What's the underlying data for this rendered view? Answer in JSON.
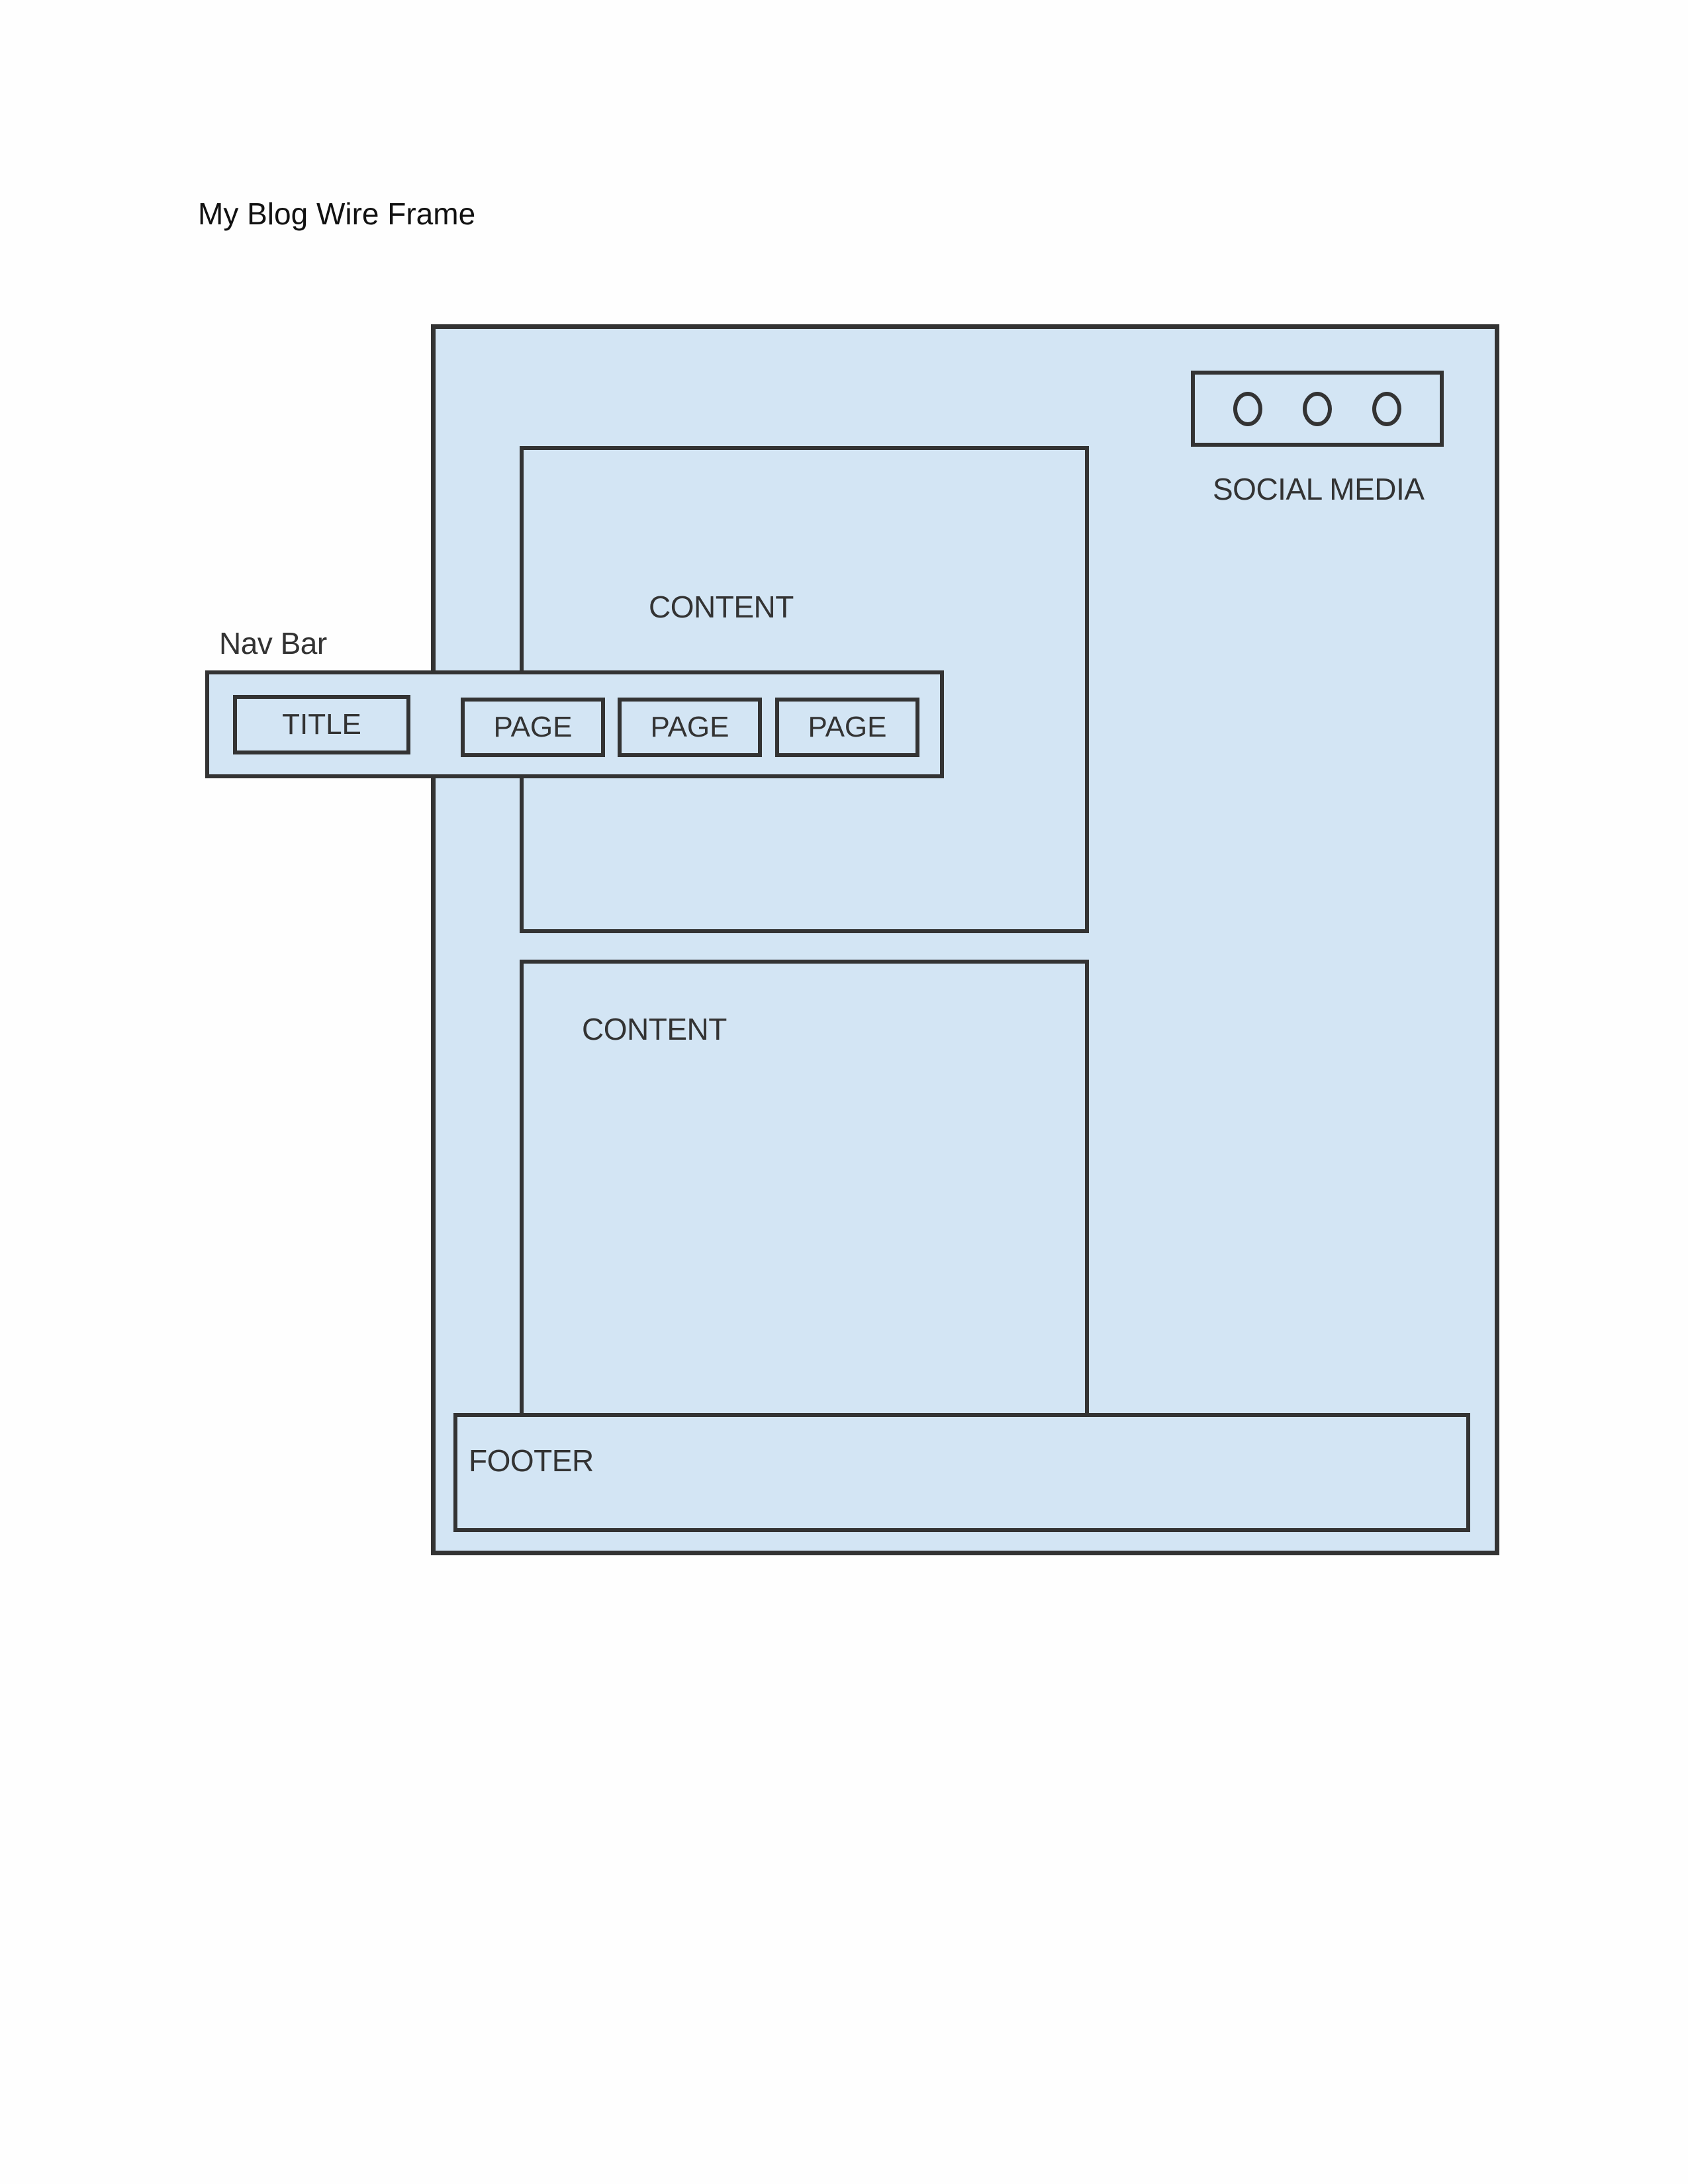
{
  "document": {
    "title": "My Blog Wire Frame"
  },
  "wireframe": {
    "social_media": {
      "label": "SOCIAL MEDIA",
      "icons": [
        "circle-icon",
        "circle-icon",
        "circle-icon"
      ]
    },
    "content_blocks": [
      {
        "label": "CONTENT"
      },
      {
        "label": "CONTENT"
      }
    ],
    "navbar": {
      "label": "Nav Bar",
      "title_button": "TITLE",
      "pages": [
        "PAGE",
        "PAGE",
        "PAGE"
      ]
    },
    "footer": {
      "label": "FOOTER"
    }
  },
  "colors": {
    "fill": "#d3e5f4",
    "stroke": "#333333"
  }
}
